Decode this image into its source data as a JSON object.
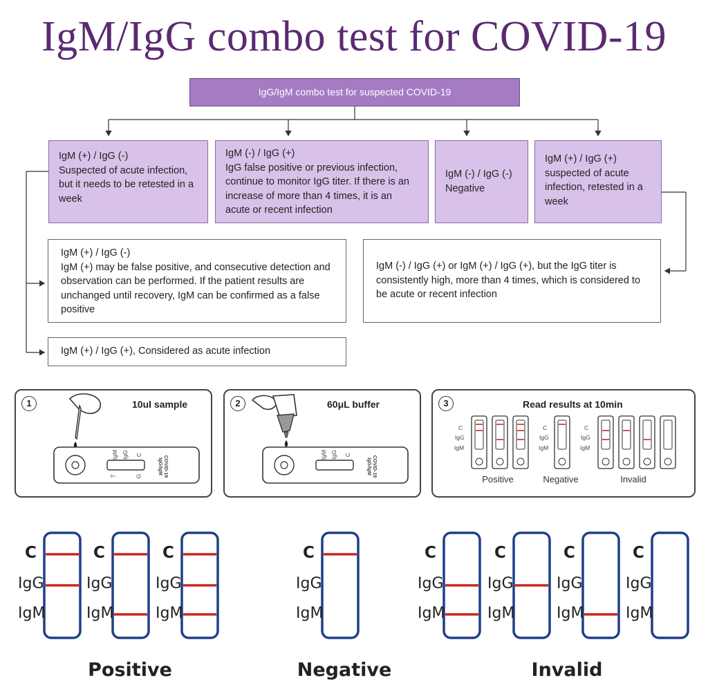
{
  "title": "IgM/IgG combo test for COVID-19",
  "flow": {
    "root": "IgG/IgM combo test for suspected COVID-19",
    "results": [
      "IgM (+) / IgG (-)\nSuspected of acute infection, but it needs to be retested in a week",
      "IgM (-) / IgG (+)\nIgG false positive or previous infection, continue to monitor IgG titer. If there is an increase of more than 4 times, it is an acute or recent infection",
      "IgM (-) / IgG (-)\nNegative",
      "IgM (+) / IgG (+)\nsuspected of acute infection, retested in a week"
    ],
    "followups": [
      "IgM (+) / IgG (-)\nIgM (+) may be false positive, and consecutive detection and observation can be performed. If the patient results are unchanged until recovery, IgM can be confirmed as a false positive",
      "IgM (-) / IgG (+) or IgM (+) / IgG (+), but the IgG titer is consistently high, more than 4 times, which is considered to be acute or recent infection",
      "IgM (+) / IgG (+), Considered as acute infection"
    ]
  },
  "steps": [
    {
      "num": "1",
      "title": "10ul sample"
    },
    {
      "num": "2",
      "title": "60μL buffer"
    },
    {
      "num": "3",
      "title": "Read results at 10min"
    }
  ],
  "cassette_text": {
    "brand_line1": "COVID-19",
    "brand_line2": "IgG/IgM",
    "lbl_igm": "IgM",
    "lbl_igg": "IgG",
    "lbl_c": "C",
    "lbl_t": "T",
    "lbl_g": "G"
  },
  "mini_results": {
    "labels": {
      "c": "C",
      "igg": "IgG",
      "igm": "IgM"
    },
    "captions": {
      "positive": "Positive",
      "negative": "Negative",
      "invalid": "Invalid"
    }
  },
  "strips": {
    "labels": {
      "c": "C",
      "igg": "IgG",
      "igm": "IgM"
    },
    "groups": {
      "positive": "Positive",
      "negative": "Negative",
      "invalid": "Invalid"
    },
    "line_color": "#c8281e",
    "frame_color": "#1f3f8a",
    "items": [
      {
        "group": "positive",
        "c": true,
        "igg": true,
        "igm": false
      },
      {
        "group": "positive",
        "c": true,
        "igg": false,
        "igm": true
      },
      {
        "group": "positive",
        "c": true,
        "igg": true,
        "igm": true
      },
      {
        "group": "negative",
        "c": true,
        "igg": false,
        "igm": false
      },
      {
        "group": "invalid",
        "c": false,
        "igg": true,
        "igm": true
      },
      {
        "group": "invalid",
        "c": false,
        "igg": true,
        "igm": false
      },
      {
        "group": "invalid",
        "c": false,
        "igg": false,
        "igm": true
      },
      {
        "group": "invalid",
        "c": false,
        "igg": false,
        "igm": false
      }
    ]
  },
  "colors": {
    "title": "#5b2a72",
    "box_dark": "#a57bc4",
    "box_light": "#d8c2ea"
  }
}
